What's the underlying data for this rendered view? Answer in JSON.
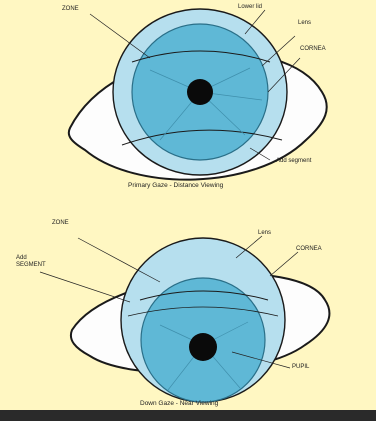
{
  "top_eye": {
    "labels": {
      "zone": "ZONE",
      "lower_lid": "Lower lid",
      "lens": "Lens",
      "cornea": "CORNEA",
      "segment": "Add segment"
    },
    "caption": "Primary Gaze - Distance Viewing"
  },
  "bottom_eye": {
    "labels": {
      "zone": "ZONE",
      "lens": "Lens",
      "cornea": "CORNEA",
      "add_segment": "Add SEGMENT",
      "pupil": "PUPIL"
    },
    "caption": "Down Gaze - Near Viewing"
  },
  "colors": {
    "background": "#fff7c2",
    "iris": "#5fb8d6",
    "lens": "#b6dfee",
    "pupil": "#0a0a0a",
    "sclera": "#fdfdfd"
  }
}
